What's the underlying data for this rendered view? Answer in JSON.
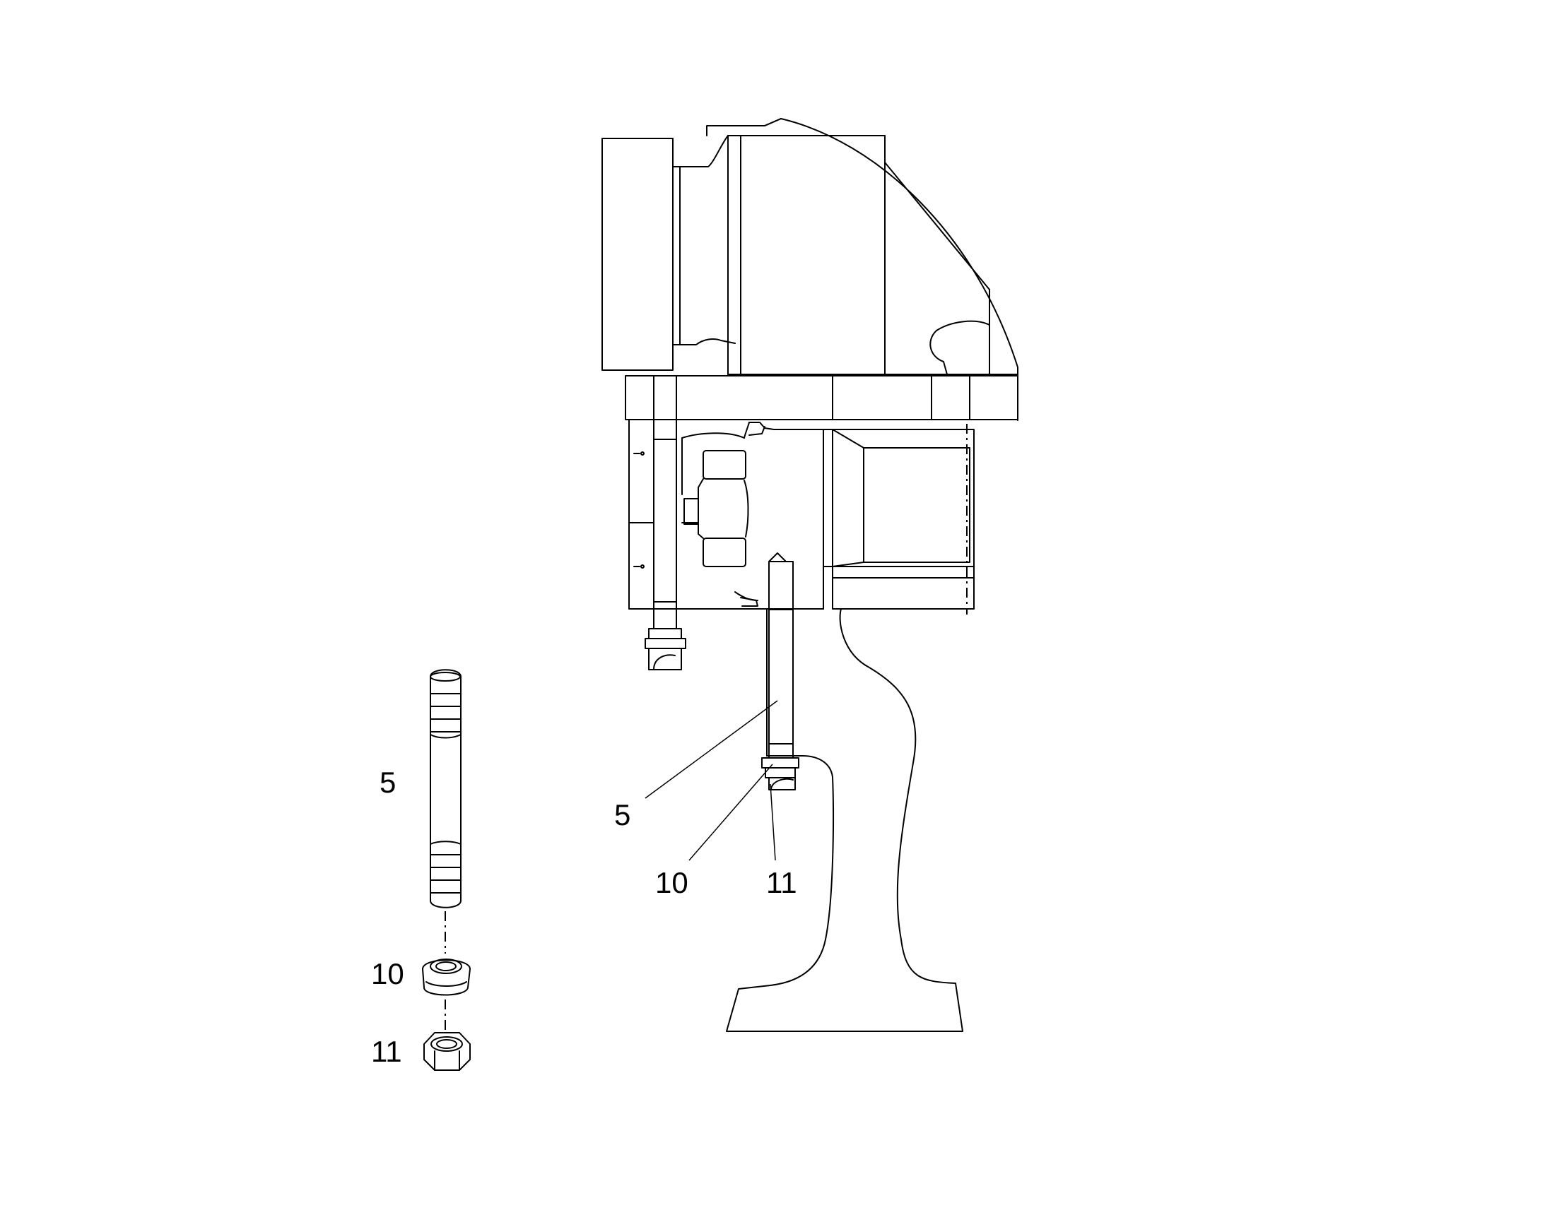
{
  "callouts": {
    "exploded_stud": "5",
    "exploded_washer": "10",
    "exploded_nut": "11",
    "assembly_stud": "5",
    "assembly_washer": "10",
    "assembly_nut": "11"
  },
  "colors": {
    "line": "#000000",
    "background": "#ffffff"
  }
}
